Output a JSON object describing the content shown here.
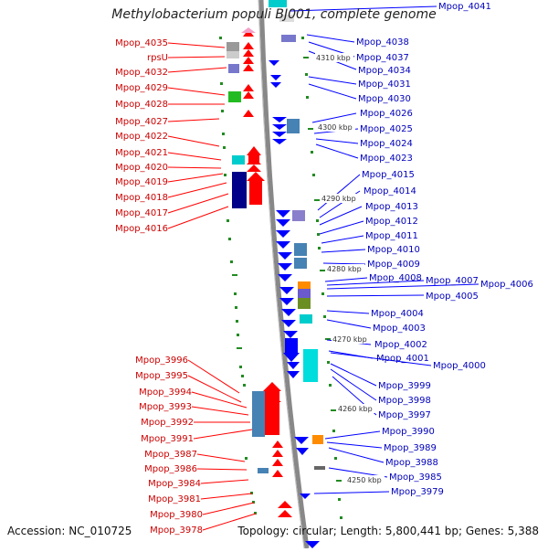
{
  "title": "Methylobacterium populi BJ001, complete genome",
  "footer": {
    "accession": "Accession: NC_010725",
    "summary": "Topology: circular; Length: 5,800,441 bp; Genes: 5,388"
  },
  "colors": {
    "left_label": "#cc0000",
    "right_label": "#0000bb",
    "left_arrow": "#ff0000",
    "right_arrow": "#0000ff",
    "backbone": "#888888",
    "tick": "#228b22"
  },
  "scale_labels": [
    "4310 kbp",
    "4300 kbp",
    "4290 kbp",
    "4280 kbp",
    "4270 kbp",
    "4260 kbp",
    "4250 kbp"
  ],
  "left_genes": [
    "Mpop_4035",
    "rpsU",
    "Mpop_4032",
    "Mpop_4029",
    "Mpop_4028",
    "Mpop_4027",
    "Mpop_4022",
    "Mpop_4021",
    "Mpop_4020",
    "Mpop_4019",
    "Mpop_4018",
    "Mpop_4017",
    "Mpop_4016",
    "Mpop_3996",
    "Mpop_3995",
    "Mpop_3994",
    "Mpop_3993",
    "Mpop_3992",
    "Mpop_3991",
    "Mpop_3987",
    "Mpop_3986",
    "Mpop_3984",
    "Mpop_3981",
    "Mpop_3980",
    "Mpop_3978"
  ],
  "right_genes": [
    "Mpop_4041",
    "Mpop_4038",
    "Mpop_4037",
    "Mpop_4034",
    "Mpop_4031",
    "Mpop_4030",
    "Mpop_4026",
    "Mpop_4025",
    "Mpop_4024",
    "Mpop_4023",
    "Mpop_4015",
    "Mpop_4014",
    "Mpop_4013",
    "Mpop_4012",
    "Mpop_4011",
    "Mpop_4010",
    "Mpop_4009",
    "Mpop_4008",
    "Mpop_4007",
    "Mpop_4006",
    "Mpop_4005",
    "Mpop_4004",
    "Mpop_4003",
    "Mpop_4002",
    "Mpop_4001",
    "Mpop_4000",
    "Mpop_3999",
    "Mpop_3998",
    "Mpop_3997",
    "Mpop_3990",
    "Mpop_3989",
    "Mpop_3988",
    "Mpop_3985",
    "Mpop_3979"
  ]
}
